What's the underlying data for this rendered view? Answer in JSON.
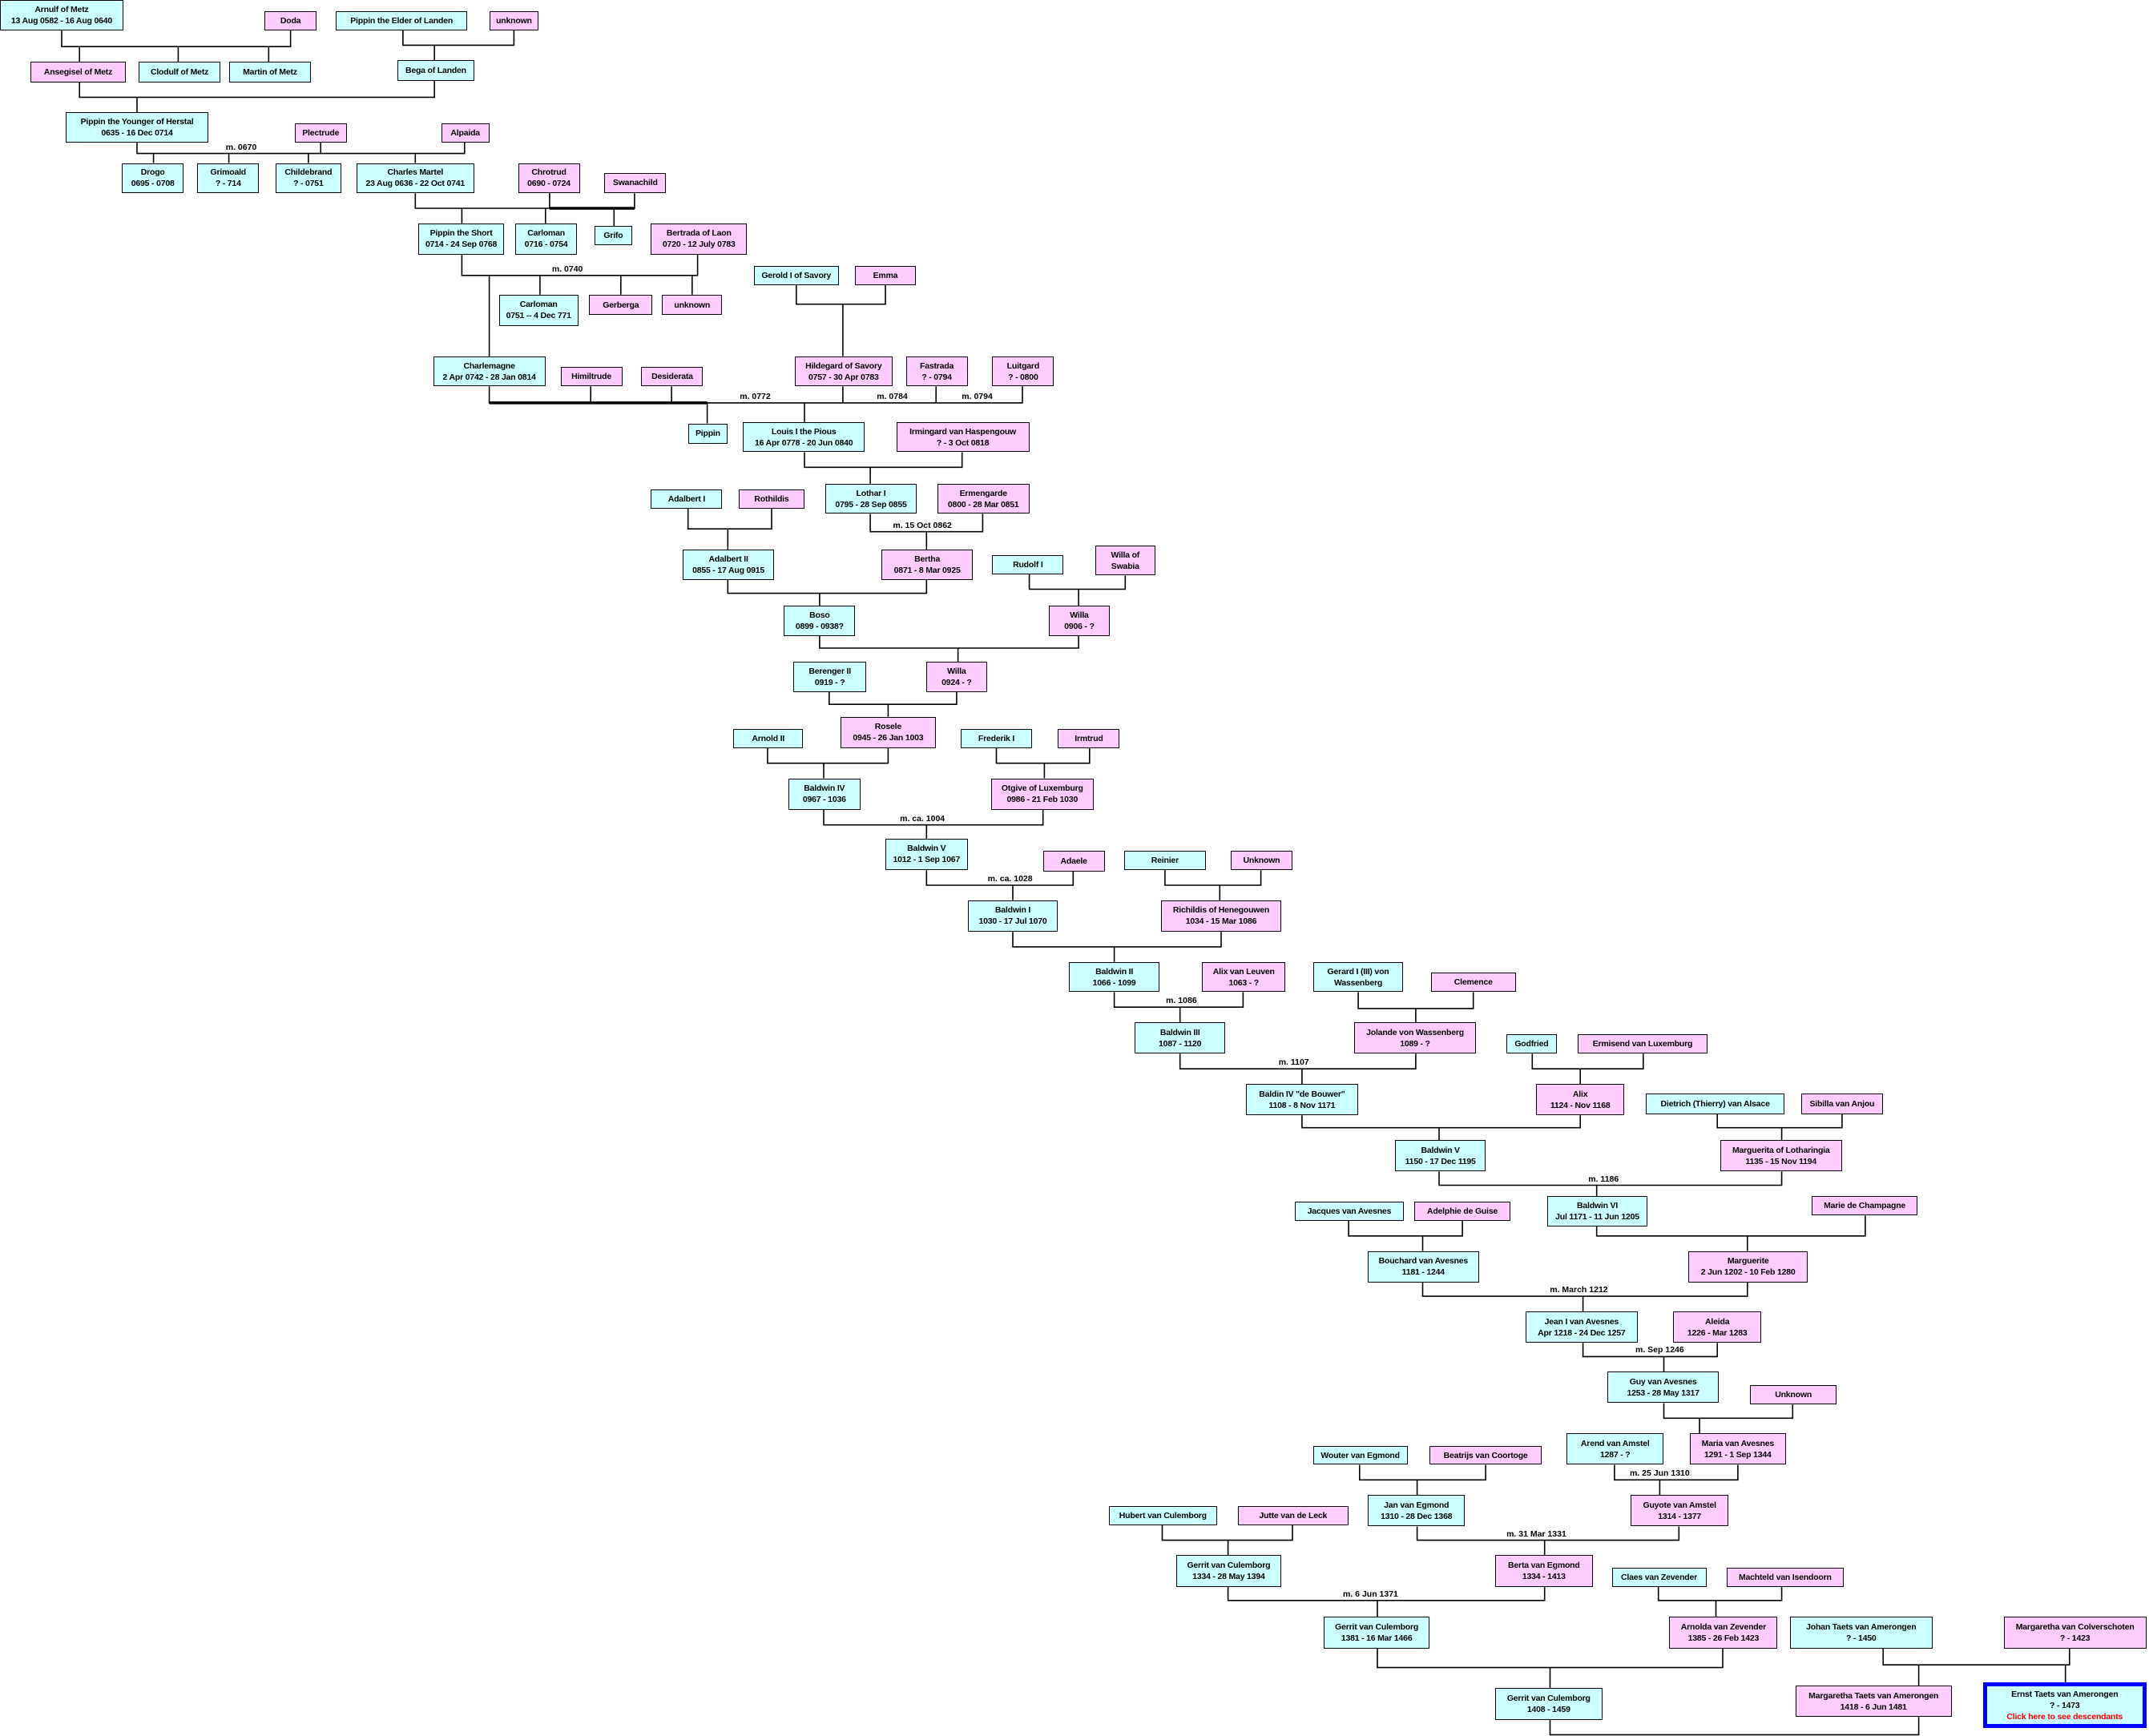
{
  "colors": {
    "male_box": "#CCFFFF",
    "female_box": "#FFCCFF",
    "link_text": "#FF0000",
    "highlight_border": "#0000FF",
    "line": "#000000"
  },
  "people": [
    {
      "name": "Arnulf of Metz",
      "dates": "13 Aug 0582 - 16 Aug 0640",
      "color": "#CCFFFF"
    },
    {
      "name": "Doda",
      "color": "#FFCCFF"
    },
    {
      "name": "Pippin the Elder of Landen",
      "color": "#CCFFFF"
    },
    {
      "name": "unknown",
      "color": "#FFCCFF"
    },
    {
      "name": "Ansegisel of Metz",
      "color": "#FFCCFF"
    },
    {
      "name": "Clodulf of Metz",
      "color": "#CCFFFF"
    },
    {
      "name": "Martin of Metz",
      "color": "#CCFFFF"
    },
    {
      "name": "Bega of Landen",
      "color": "#CCFFFF"
    },
    {
      "name": "Pippin the Younger of Herstal",
      "dates": "0635 - 16 Dec 0714",
      "color": "#CCFFFF"
    },
    {
      "name": "Plectrude",
      "color": "#FFCCFF"
    },
    {
      "name": "Alpaida",
      "color": "#FFCCFF"
    },
    {
      "name": "Drogo",
      "dates": "0695 - 0708",
      "color": "#CCFFFF"
    },
    {
      "name": "Grimoald",
      "dates": "? - 714",
      "color": "#CCFFFF"
    },
    {
      "name": "Childebrand",
      "dates": "? - 0751",
      "color": "#CCFFFF"
    },
    {
      "name": "Charles Martel",
      "dates": "23 Aug 0636 - 22 Oct 0741",
      "color": "#CCFFFF"
    },
    {
      "name": "Chrotrud",
      "dates": "0690 - 0724",
      "color": "#FFCCFF"
    },
    {
      "name": "Swanachild",
      "color": "#FFCCFF"
    },
    {
      "name": "Pippin the Short",
      "dates": "0714 - 24 Sep 0768",
      "color": "#CCFFFF"
    },
    {
      "name": "Carloman",
      "dates": "0716 - 0754",
      "color": "#CCFFFF"
    },
    {
      "name": "Grifo",
      "color": "#CCFFFF"
    },
    {
      "name": "Bertrada of Laon",
      "dates": "0720 - 12 July 0783",
      "color": "#FFCCFF"
    },
    {
      "name": "Gerold I of Savory",
      "color": "#CCFFFF"
    },
    {
      "name": "Emma",
      "color": "#FFCCFF"
    },
    {
      "name": "Carloman",
      "dates": "0751 -- 4 Dec 771",
      "color": "#CCFFFF"
    },
    {
      "name": "Gerberga",
      "color": "#FFCCFF"
    },
    {
      "name": "unknown",
      "color": "#FFCCFF"
    },
    {
      "name": "Charlemagne",
      "dates": "2 Apr 0742 - 28 Jan 0814",
      "color": "#CCFFFF"
    },
    {
      "name": "Himiltrude",
      "color": "#FFCCFF"
    },
    {
      "name": "Desiderata",
      "color": "#FFCCFF"
    },
    {
      "name": "Hildegard of Savory",
      "dates": "0757 - 30 Apr 0783",
      "color": "#FFCCFF"
    },
    {
      "name": "Fastrada",
      "dates": "? - 0794",
      "color": "#FFCCFF"
    },
    {
      "name": "Luitgard",
      "dates": "? - 0800",
      "color": "#FFCCFF"
    },
    {
      "name": "Pippin",
      "color": "#CCFFFF"
    },
    {
      "name": "Louis I the Pious",
      "dates": "16 Apr 0778 - 20 Jun 0840",
      "color": "#CCFFFF"
    },
    {
      "name": "Irmingard van Haspengouw",
      "dates": "? - 3 Oct 0818",
      "color": "#FFCCFF"
    },
    {
      "name": "Adalbert I",
      "color": "#CCFFFF"
    },
    {
      "name": "Rothildis",
      "color": "#FFCCFF"
    },
    {
      "name": "Lothar I",
      "dates": "0795 - 28 Sep 0855",
      "color": "#CCFFFF"
    },
    {
      "name": "Ermengarde",
      "dates": "0800 - 28 Mar 0851",
      "color": "#FFCCFF"
    },
    {
      "name": "Adalbert II",
      "dates": "0855 - 17 Aug 0915",
      "color": "#CCFFFF"
    },
    {
      "name": "Bertha",
      "dates": "0871 - 8 Mar 0925",
      "color": "#FFCCFF"
    },
    {
      "name": "Rudolf I",
      "color": "#CCFFFF"
    },
    {
      "name": "Willa of Swabia",
      "color": "#FFCCFF"
    },
    {
      "name": "Boso",
      "dates": "0899 - 0938?",
      "color": "#CCFFFF"
    },
    {
      "name": "Willa",
      "dates": "0906 - ?",
      "color": "#FFCCFF"
    },
    {
      "name": "Berenger II",
      "dates": "0919 - ?",
      "color": "#CCFFFF"
    },
    {
      "name": "Willa",
      "dates": "0924 - ?",
      "color": "#FFCCFF"
    },
    {
      "name": "Arnold II",
      "color": "#CCFFFF"
    },
    {
      "name": "Rosele",
      "dates": "0945 - 26 Jan 1003",
      "color": "#FFCCFF"
    },
    {
      "name": "Frederik I",
      "color": "#CCFFFF"
    },
    {
      "name": "Irmtrud",
      "color": "#FFCCFF"
    },
    {
      "name": "Baldwin IV",
      "dates": "0967 - 1036",
      "color": "#CCFFFF"
    },
    {
      "name": "Otgive of Luxemburg",
      "dates": "0986 - 21 Feb 1030",
      "color": "#FFCCFF"
    },
    {
      "name": "Baldwin V",
      "dates": "1012 - 1 Sep 1067",
      "color": "#CCFFFF"
    },
    {
      "name": "Adaele",
      "color": "#FFCCFF"
    },
    {
      "name": "Reinier",
      "color": "#CCFFFF"
    },
    {
      "name": "Unknown",
      "color": "#FFCCFF"
    },
    {
      "name": "Baldwin I",
      "dates": "1030 - 17 Jul 1070",
      "color": "#CCFFFF"
    },
    {
      "name": "Richildis of Henegouwen",
      "dates": "1034 - 15 Mar 1086",
      "color": "#FFCCFF"
    },
    {
      "name": "Baldwin II",
      "dates": "1066 - 1099",
      "color": "#CCFFFF"
    },
    {
      "name": "Alix van Leuven",
      "dates": "1063 - ?",
      "color": "#FFCCFF"
    },
    {
      "name": "Gerard I (III) von Wassenberg",
      "color": "#CCFFFF"
    },
    {
      "name": "Clemence",
      "color": "#FFCCFF"
    },
    {
      "name": "Baldwin III",
      "dates": "1087 - 1120",
      "color": "#CCFFFF"
    },
    {
      "name": "Jolande von Wassenberg",
      "dates": "1089 - ?",
      "color": "#FFCCFF"
    },
    {
      "name": "Godfried",
      "color": "#CCFFFF"
    },
    {
      "name": "Ermisend van Luxemburg",
      "color": "#FFCCFF"
    },
    {
      "name": "Baldin IV \"de Bouwer\"",
      "dates": "1108 - 8 Nov 1171",
      "color": "#CCFFFF"
    },
    {
      "name": "Alix",
      "dates": "1124 - Nov 1168",
      "color": "#FFCCFF"
    },
    {
      "name": "Dietrich (Thierry) van Alsace",
      "color": "#CCFFFF"
    },
    {
      "name": "Sibilla van Anjou",
      "color": "#FFCCFF"
    },
    {
      "name": "Baldwin V",
      "dates": "1150 - 17 Dec 1195",
      "color": "#CCFFFF"
    },
    {
      "name": "Marguerita of Lotharingia",
      "dates": "1135 - 15 Nov 1194",
      "color": "#FFCCFF"
    },
    {
      "name": "Jacques van Avesnes",
      "color": "#CCFFFF"
    },
    {
      "name": "Adelphie de Guise",
      "color": "#FFCCFF"
    },
    {
      "name": "Baldwin VI",
      "dates": "Jul 1171 - 11 Jun 1205",
      "color": "#CCFFFF"
    },
    {
      "name": "Marie de Champagne",
      "color": "#FFCCFF"
    },
    {
      "name": "Bouchard van Avesnes",
      "dates": "1181 - 1244",
      "color": "#CCFFFF"
    },
    {
      "name": "Marguerite",
      "dates": "2 Jun 1202 - 10 Feb 1280",
      "color": "#FFCCFF"
    },
    {
      "name": "Jean I van Avesnes",
      "dates": "Apr 1218 - 24 Dec 1257",
      "color": "#CCFFFF"
    },
    {
      "name": "Aleida",
      "dates": "1226 - Mar 1283",
      "color": "#FFCCFF"
    },
    {
      "name": "Guy van Avesnes",
      "dates": "1253 - 28 May 1317",
      "color": "#CCFFFF"
    },
    {
      "name": "Unknown",
      "color": "#FFCCFF"
    },
    {
      "name": "Wouter van Egmond",
      "color": "#CCFFFF"
    },
    {
      "name": "Beatrijs van Coortoge",
      "color": "#FFCCFF"
    },
    {
      "name": "Arend van Amstel",
      "dates": "1287 - ?",
      "color": "#CCFFFF"
    },
    {
      "name": "Maria van Avesnes",
      "dates": "1291 - 1 Sep 1344",
      "color": "#FFCCFF"
    },
    {
      "name": "Hubert van Culemborg",
      "color": "#CCFFFF"
    },
    {
      "name": "Jutte van de Leck",
      "color": "#FFCCFF"
    },
    {
      "name": "Jan van Egmond",
      "dates": "1310 - 28 Dec 1368",
      "color": "#CCFFFF"
    },
    {
      "name": "Guyote van Amstel",
      "dates": "1314 - 1377",
      "color": "#FFCCFF"
    },
    {
      "name": "Gerrit van Culemborg",
      "dates": "1334 - 28 May 1394",
      "color": "#CCFFFF"
    },
    {
      "name": "Berta van Egmond",
      "dates": "1334 - 1413",
      "color": "#FFCCFF"
    },
    {
      "name": "Claes van Zevender",
      "color": "#CCFFFF"
    },
    {
      "name": "Machteld van Isendoorn",
      "color": "#FFCCFF"
    },
    {
      "name": "Gerrit van Culemborg",
      "dates": "1381 - 16 Mar 1466",
      "color": "#CCFFFF"
    },
    {
      "name": "Arnolda van Zevender",
      "dates": "1385 - 26 Feb 1423",
      "color": "#FFCCFF"
    },
    {
      "name": "Johan Taets van Amerongen",
      "dates": "? - 1450",
      "color": "#CCFFFF"
    },
    {
      "name": "Margaretha van Colverschoten",
      "dates": "? - 1423",
      "color": "#FFCCFF"
    },
    {
      "name": "Gerrit van Culemborg",
      "dates": "1408 - 1459",
      "color": "#CCFFFF"
    },
    {
      "name": "Margaretha Taets van Amerongen",
      "dates": "1418 - 6 Jun 1481",
      "color": "#FFCCFF"
    },
    {
      "name": "Ernst Taets van Amerongen",
      "dates": "? - 1473",
      "color": "#CCFFFF",
      "link": "Click here to see descendants"
    }
  ],
  "marriages": [
    "m. 0670",
    "m. 0740",
    "m. 0772",
    "m. 0784",
    "m. 0794",
    "m. 15 Oct 0862",
    "m. ca. 1004",
    "m. ca. 1028",
    "m. 1086",
    "m. 1107",
    "m. 1186",
    "m. March 1212",
    "m. Sep 1246",
    "m. 25 Jun 1310",
    "m. 31 Mar 1331",
    "m. 6 Jun 1371"
  ]
}
